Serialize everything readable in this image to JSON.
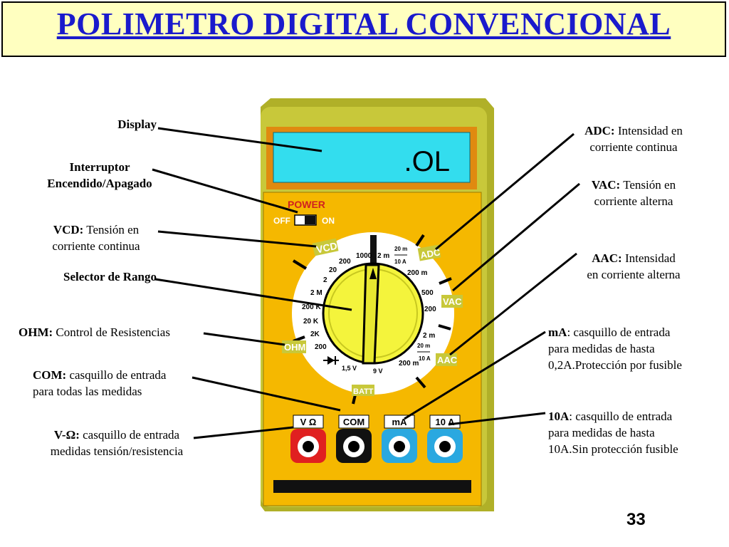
{
  "title": "POLIMETRO DIGITAL CONVENCIONAL",
  "page_number": "33",
  "display_text": ".OL",
  "power": {
    "label": "POWER",
    "off": "OFF",
    "on": "ON"
  },
  "dial_sections": {
    "vcd": "VCD",
    "adc": "ADC",
    "vac": "VAC",
    "aac": "AAC",
    "ohm": "OHM",
    "batt": "BATT"
  },
  "dial_values": {
    "v1000": "1000",
    "v200": "200",
    "v20": "20",
    "v2": "2",
    "v2m": "2 m",
    "a20m": "20 m",
    "a10a": "10 A",
    "a200m": "200 m",
    "vac500": "500",
    "vac200": "200",
    "aac2m": "2 m",
    "aac20m": "20 m",
    "aac10a": "10 A",
    "aac200m": "200 m",
    "o2M": "2 M",
    "o200K": "200 K",
    "o20K": "20 K",
    "o2K": "2K",
    "o200": "200",
    "b15": "1,5 V",
    "b9": "9 V"
  },
  "jacks": [
    {
      "label": "V Ω",
      "color": "#e02020"
    },
    {
      "label": "COM",
      "color": "#111111"
    },
    {
      "label": "mA",
      "color": "#2aa8e0"
    },
    {
      "label": "10 A",
      "color": "#2aa8e0"
    }
  ],
  "labels": {
    "display": "Display",
    "interruptor_1": "Interruptor",
    "interruptor_2": "Encendido/Apagado",
    "vcd_key": "VCD:",
    "vcd_1": "Tensión en",
    "vcd_2": "corriente continua",
    "selector": "Selector de Rango",
    "ohm_key": "OHM:",
    "ohm_text": "Control de Resistencias",
    "com_key": "COM:",
    "com_1": "casquillo de entrada",
    "com_2": "para todas las medidas",
    "vohm_key": "V-Ω:",
    "vohm_1": "casquillo de entrada",
    "vohm_2": "medidas tensión/resistencia",
    "adc_key": "ADC:",
    "adc_1": "Intensidad en",
    "adc_2": "corriente continua",
    "vac_key": "VAC:",
    "vac_1": "Tensión en",
    "vac_2": "corriente alterna",
    "aac_key": "AAC:",
    "aac_1": "Intensidad",
    "aac_2": "en corriente alterna",
    "ma_key": "mA",
    "ma_1": ": casquillo de entrada",
    "ma_2": "para medidas de hasta",
    "ma_3": "0,2A.Protección por fusible",
    "a10_key": "10A",
    "a10_1": ": casquillo de entrada",
    "a10_2": "para medidas de hasta",
    "a10_3": "10A.Sin protección fusible"
  },
  "colors": {
    "title": "#1a1acc",
    "title_bg": "#ffffc0",
    "body": "#c8c83a",
    "face": "#f5b800",
    "display": "#33ddee",
    "knob": "#f4f43c"
  }
}
